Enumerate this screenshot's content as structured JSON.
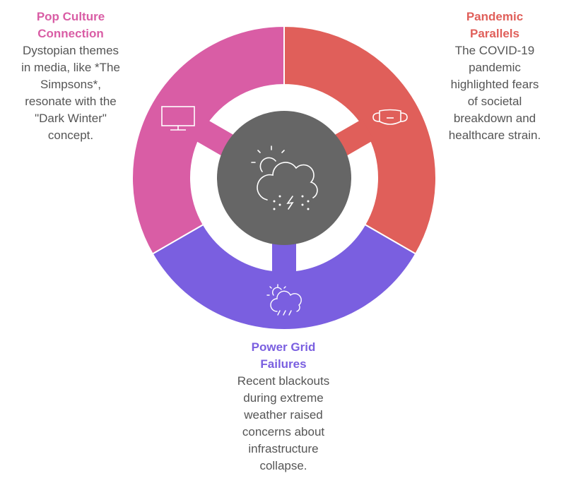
{
  "colors": {
    "pop": "#d95da5",
    "pandemic": "#e05f5a",
    "power": "#7a5fe0",
    "center": "#666666",
    "text": "#555555"
  },
  "center": {
    "icon": "cloud-sun-storm-icon"
  },
  "segments": [
    {
      "id": "pandemic",
      "title": "Pandemic\nParallels",
      "body": "The COVID-19\npandemic\nhighlighted fears\nof societal\nbreakdown and\nhealthcare strain.",
      "icon": "face-mask-icon"
    },
    {
      "id": "power",
      "title": "Power Grid\nFailures",
      "body": "Recent blackouts\nduring extreme\nweather raised\nconcerns about\ninfrastructure\ncollapse.",
      "icon": "thunderstorm-icon"
    },
    {
      "id": "pop",
      "title": "Pop Culture\nConnection",
      "body": "Dystopian themes\nin media, like *The\nSimpsons*,\nresonate with the\n\"Dark Winter\"\nconcept.",
      "icon": "monitor-icon"
    }
  ]
}
